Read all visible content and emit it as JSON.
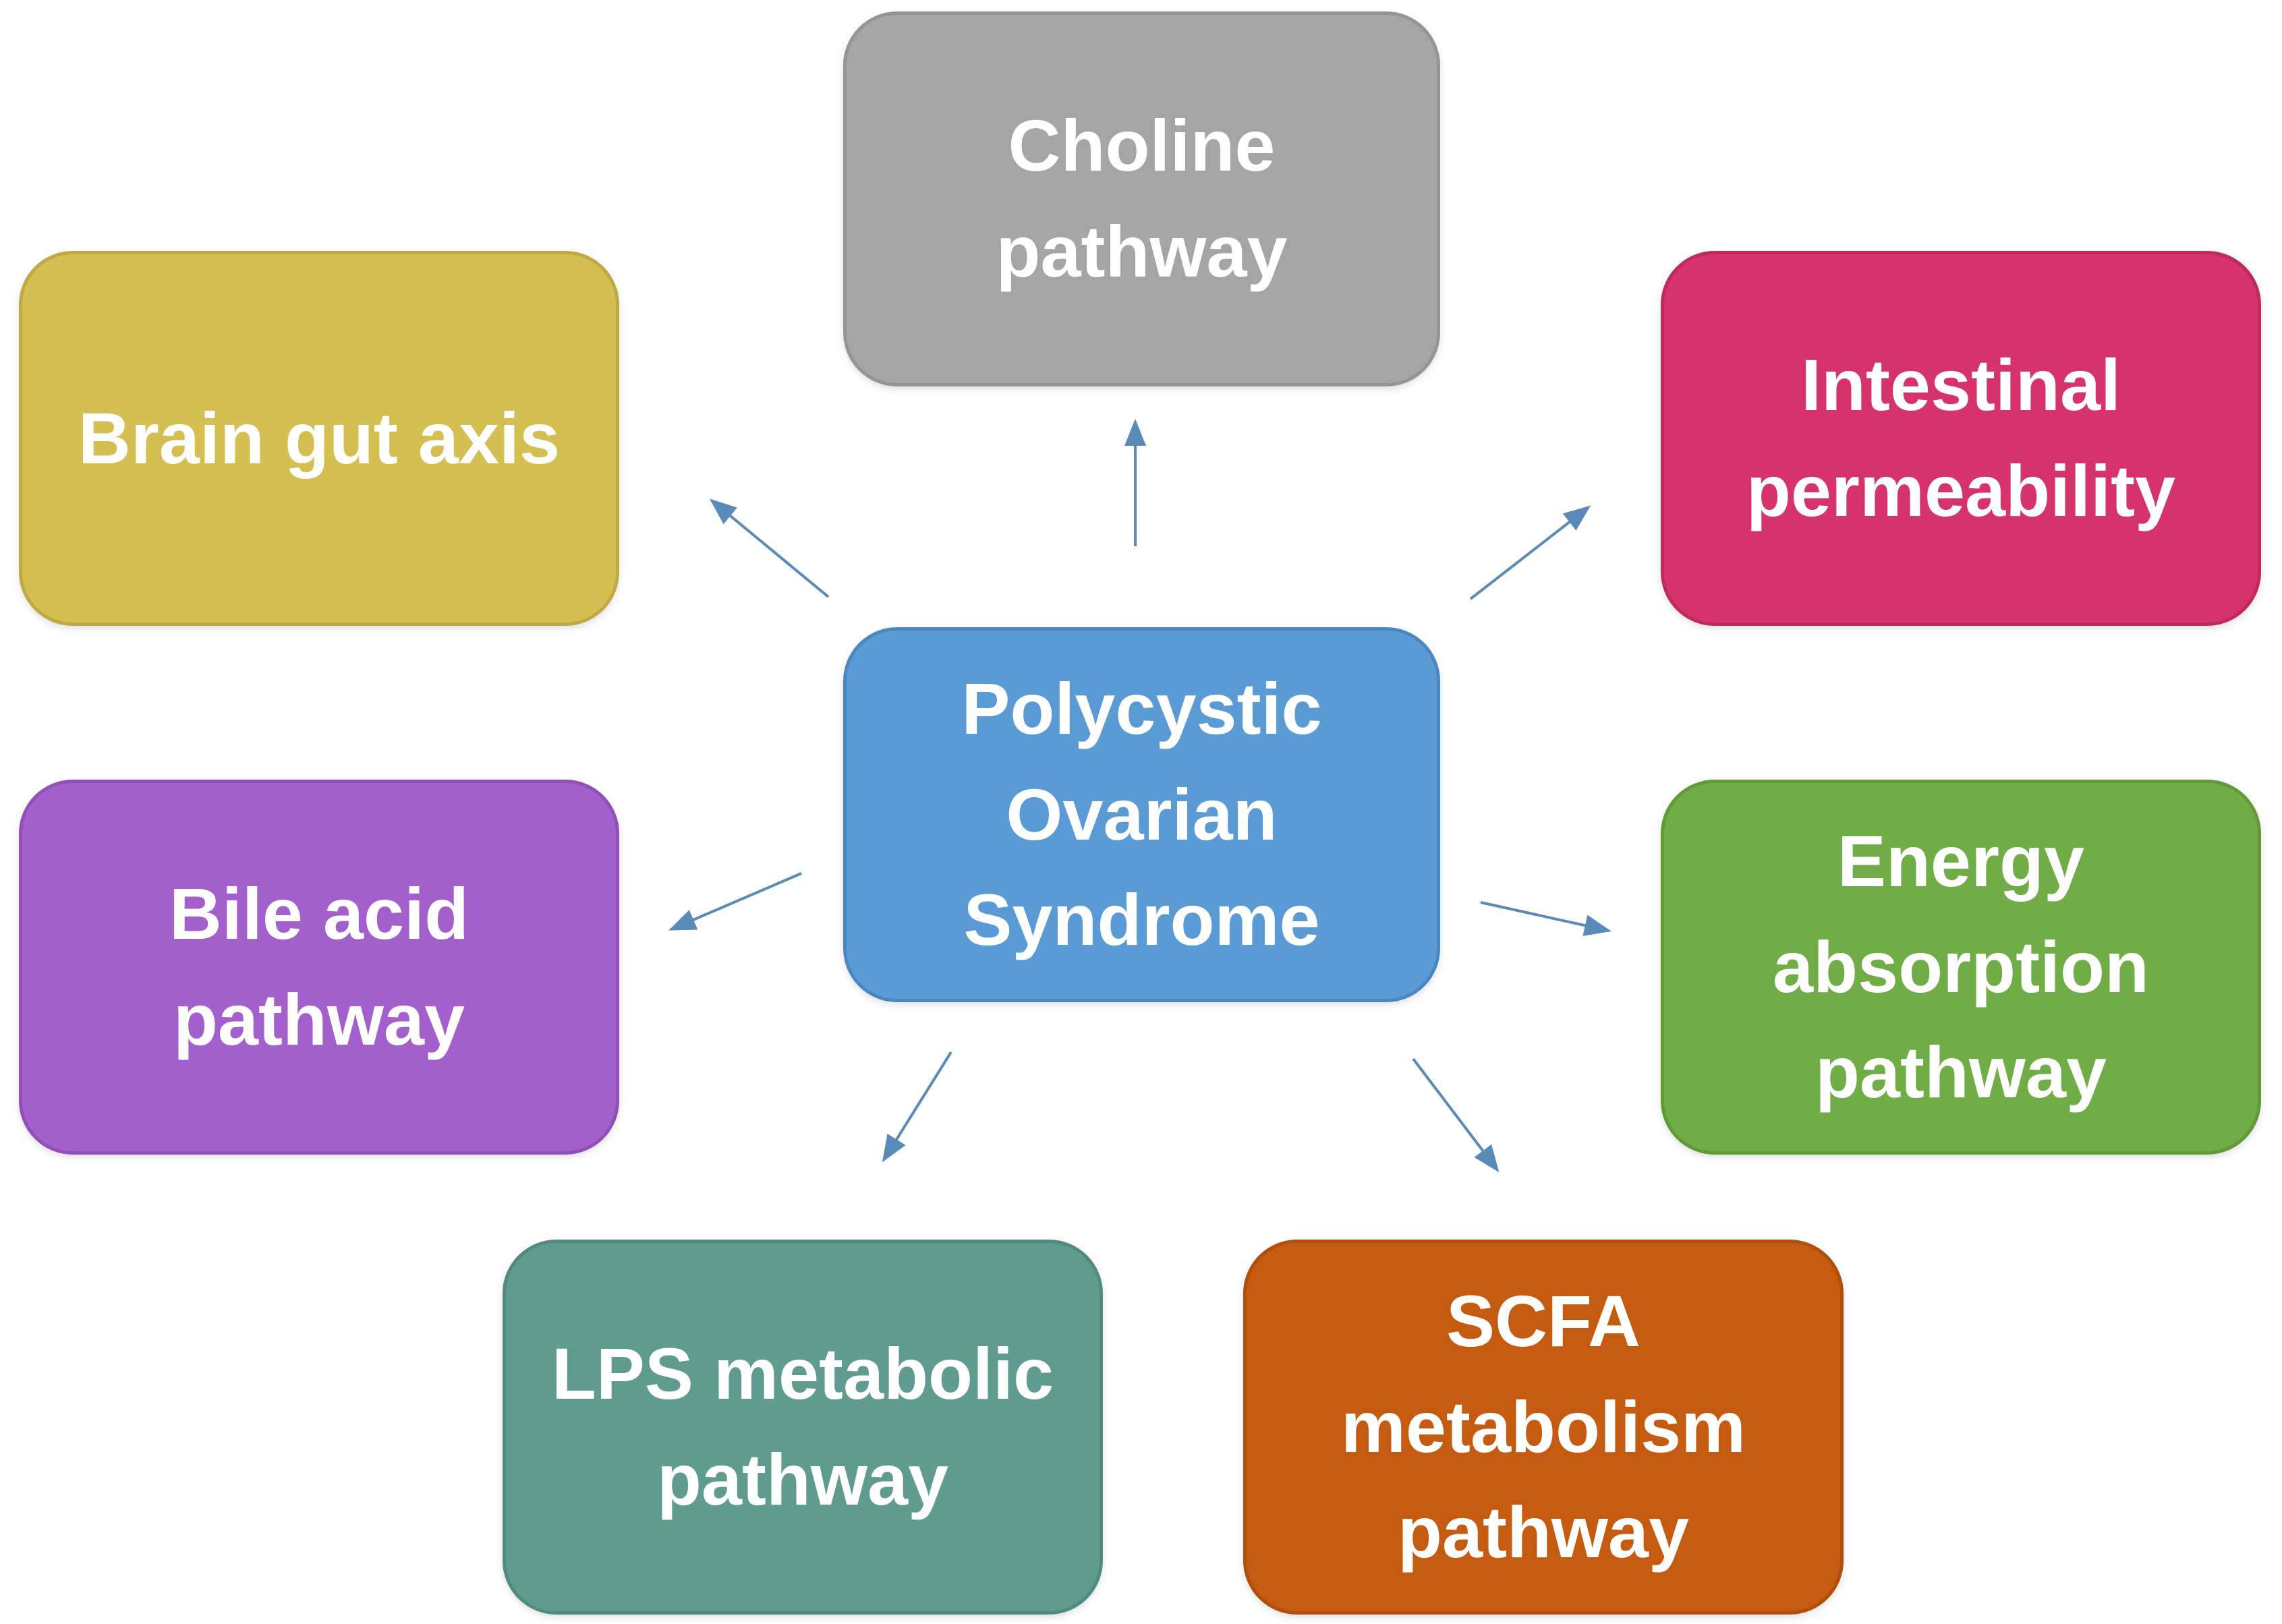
{
  "nodes": {
    "center": {
      "label": "Polycystic\nOvarian\nSyndrome",
      "color": "#5b9bd5",
      "border": "#4a86bf"
    },
    "choline": {
      "label": "Choline\npathway",
      "color": "#a5a5a5",
      "border": "#959595"
    },
    "brain": {
      "label": "Brain gut axis",
      "color": "#d4bf52",
      "border": "#bfa944"
    },
    "intest": {
      "label": "Intestinal\npermeability",
      "color": "#d6336c",
      "border": "#bf2a5e"
    },
    "bile": {
      "label": "Bile acid\npathway",
      "color": "#a35fcb",
      "border": "#9150b8"
    },
    "energy": {
      "label": "Energy\nabsorption\npathway",
      "color": "#70ad47",
      "border": "#61993b"
    },
    "lps": {
      "label": "LPS metabolic\npathway",
      "color": "#5f9c8f",
      "border": "#518a7e"
    },
    "scfa": {
      "label": "SCFA\nmetabolism\npathway",
      "color": "#c55a11",
      "border": "#b04e0c"
    }
  },
  "arrow_color": "#5a8ab8"
}
